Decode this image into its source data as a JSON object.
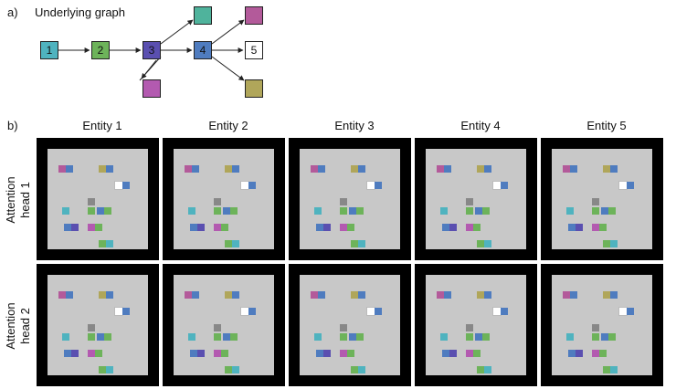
{
  "panel_a": {
    "label": "a)",
    "title": "Underlying graph",
    "nodes": [
      {
        "id": "n1",
        "label": "1",
        "color": "#4fb3bf"
      },
      {
        "id": "n2",
        "label": "2",
        "color": "#6db35a"
      },
      {
        "id": "n3",
        "label": "3",
        "color": "#5a4fb0"
      },
      {
        "id": "n4",
        "label": "4",
        "color": "#4f7cbf"
      },
      {
        "id": "n5",
        "label": "5",
        "color": "#ffffff"
      },
      {
        "id": "n3-top",
        "label": "",
        "color": "#4fb39c"
      },
      {
        "id": "n2-child",
        "label": "",
        "color": "#b35ab0"
      },
      {
        "id": "n4-top",
        "label": "",
        "color": "#b35a9a"
      },
      {
        "id": "n4-bottom",
        "label": "",
        "color": "#b0a65a"
      }
    ],
    "edges": [
      [
        "n1",
        "n2"
      ],
      [
        "n2",
        "n3"
      ],
      [
        "n3",
        "n4"
      ],
      [
        "n4",
        "n5"
      ],
      [
        "n3",
        "n3-top"
      ],
      [
        "n3",
        "n2-child"
      ],
      [
        "n4",
        "n4-top"
      ],
      [
        "n4",
        "n4-bottom"
      ]
    ]
  },
  "panel_b": {
    "label": "b)",
    "columns": [
      "Entity 1",
      "Entity 2",
      "Entity 3",
      "Entity 4",
      "Entity 5"
    ],
    "rows": [
      {
        "line1": "Attention",
        "line2": "head 1"
      },
      {
        "line1": "Attention",
        "line2": "head 2"
      }
    ]
  }
}
